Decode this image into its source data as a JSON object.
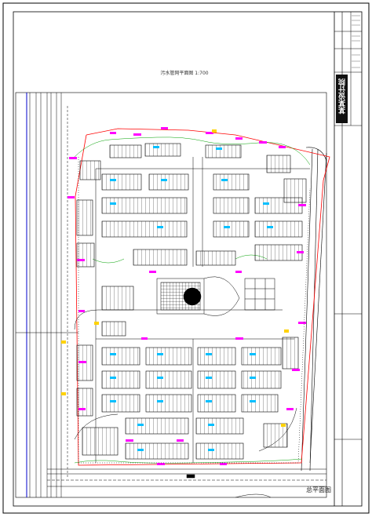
{
  "drawing": {
    "sheet_title": "污水管网平面图 1:700",
    "plan_title": "总平面图",
    "title_block_text": "某某设计院"
  },
  "colors": {
    "paper": "#ffffff",
    "frame": "#000000",
    "site_boundary": "#ff0000",
    "road_edges": "#000000",
    "sewer_labels": "#ff00ff",
    "pipe_tags": "#00bfff",
    "landscape": "#00a000",
    "annotations": "#ffd200",
    "buildings": "#000000"
  }
}
